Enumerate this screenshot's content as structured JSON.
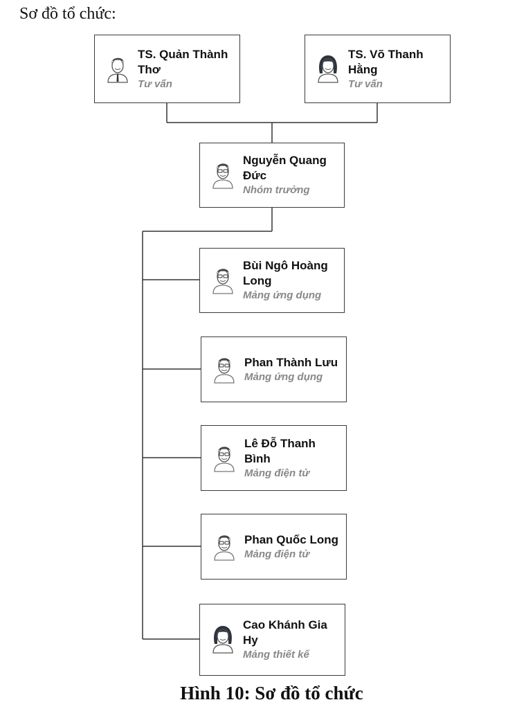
{
  "heading": "Sơ đồ tổ chức:",
  "caption": "Hình 10: Sơ đồ tổ chức",
  "colors": {
    "border": "#3a3a3a",
    "name_text": "#111111",
    "role_text": "#888888",
    "avatar_stroke": "#555555",
    "hair": "#2e3440"
  },
  "advisors": [
    {
      "name": "TS. Quản Thành Thơ",
      "role": "Tư vấn",
      "avatar": "male-tie-avatar-icon"
    },
    {
      "name": "TS. Võ Thanh Hằng",
      "role": "Tư vấn",
      "avatar": "female-avatar-icon"
    }
  ],
  "leader": {
    "name": "Nguyễn Quang Đức",
    "role": "Nhóm trưởng",
    "avatar": "male-glasses-avatar-icon"
  },
  "members": [
    {
      "name": "Bùi Ngô Hoàng Long",
      "role": "Mảng ứng dụng",
      "avatar": "male-glasses-avatar-icon"
    },
    {
      "name": "Phan Thành Lưu",
      "role": "Mảng ứng dụng",
      "avatar": "male-glasses-avatar-icon"
    },
    {
      "name": "Lê Đỗ Thanh Bình",
      "role": "Mảng điện tử",
      "avatar": "male-glasses-avatar-icon"
    },
    {
      "name": "Phan Quốc Long",
      "role": "Mảng điện tử",
      "avatar": "male-glasses-avatar-icon"
    },
    {
      "name": "Cao Khánh Gia Hy",
      "role": "Mảng thiết kế",
      "avatar": "female-avatar-icon"
    }
  ]
}
